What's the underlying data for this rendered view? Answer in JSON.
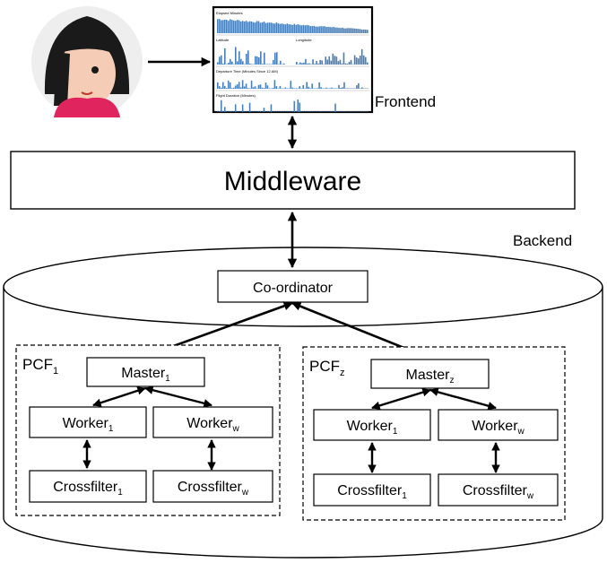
{
  "frontend": {
    "label": "Frontend",
    "panels": [
      {
        "title": "Elapsed Minutes"
      },
      {
        "title": "Latitude",
        "title2": "Longitude"
      },
      {
        "title": "Departure Time (Minutes Since 12 AM)"
      },
      {
        "title": "Flight Duration (Minutes)"
      }
    ]
  },
  "middleware": {
    "label": "Middleware"
  },
  "backend": {
    "label": "Backend"
  },
  "coordinator": {
    "label": "Co-ordinator"
  },
  "pcfs": [
    {
      "title": "PCF",
      "title_sub": "1",
      "master": {
        "text": "Master",
        "sub": "1"
      },
      "workers": [
        {
          "text": "Worker",
          "sub": "1"
        },
        {
          "text": "Worker",
          "sub": "w"
        }
      ],
      "crossfilters": [
        {
          "text": "Crossfilter",
          "sub": "1"
        },
        {
          "text": "Crossfilter",
          "sub": "w"
        }
      ]
    },
    {
      "title": "PCF",
      "title_sub": "z",
      "master": {
        "text": "Master",
        "sub": "z"
      },
      "workers": [
        {
          "text": "Worker",
          "sub": "1"
        },
        {
          "text": "Worker",
          "sub": "w"
        }
      ],
      "crossfilters": [
        {
          "text": "Crossfilter",
          "sub": "1"
        },
        {
          "text": "Crossfilter",
          "sub": "w"
        }
      ]
    }
  ],
  "colors": {
    "stroke": "#000000",
    "bar": "#4a7fb8",
    "skin": "#f5cdb6",
    "hair": "#1a1a1a",
    "shirt": "#e0245e",
    "avatar_bg": "#eeeeee"
  }
}
